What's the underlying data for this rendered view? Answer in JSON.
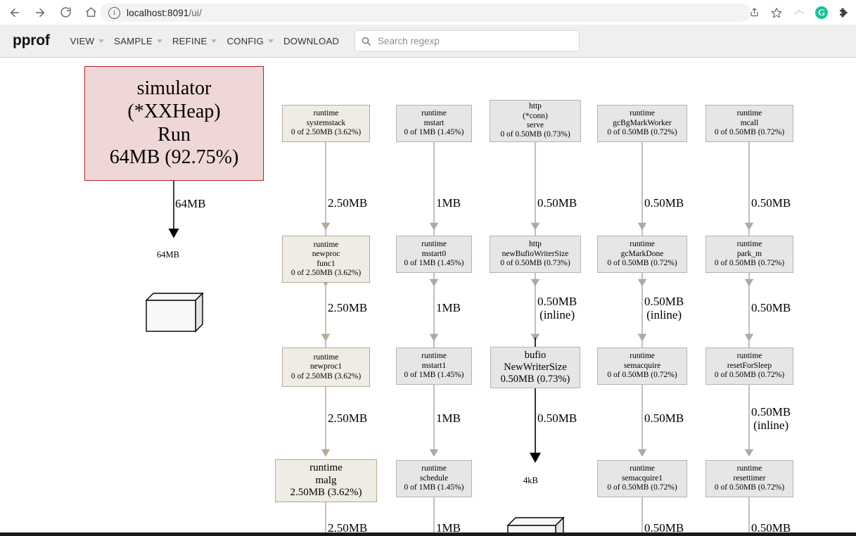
{
  "browser": {
    "url_host": "localhost:8091",
    "url_path": "/ui/",
    "back_icon": "back-arrow-icon",
    "forward_icon": "forward-arrow-icon",
    "reload_icon": "reload-icon",
    "home_icon": "home-icon",
    "info_icon": "info-icon",
    "share_icon": "share-icon",
    "bookmark_icon": "star-icon",
    "extension_icon": "extension-icon",
    "grammarly_label": "G",
    "puzzle_icon": "puzzle-piece-icon"
  },
  "header": {
    "brand": "pprof",
    "menu": [
      {
        "label": "VIEW",
        "has_caret": true
      },
      {
        "label": "SAMPLE",
        "has_caret": true
      },
      {
        "label": "REFINE",
        "has_caret": true
      },
      {
        "label": "CONFIG",
        "has_caret": true
      },
      {
        "label": "DOWNLOAD",
        "has_caret": false
      }
    ],
    "search": {
      "placeholder": "Search regexp",
      "value": "",
      "icon": "search-icon"
    }
  },
  "colors": {
    "root_fill": "#f0d7d7",
    "root_border": "#b22222",
    "warm_fill": "#eeece4",
    "warm_border": "#b6ab94",
    "cool_fill": "#e6e6e6",
    "cool_border": "#b3b3b3",
    "brand": "#111111",
    "header_bg": "#efefef"
  },
  "graph": {
    "root": {
      "lines": [
        "simulator",
        "(*XXHeap)",
        "Run",
        "64MB (92.75%)"
      ],
      "style": "root"
    },
    "nodes": [
      {
        "id": "systemstack",
        "lines": [
          "runtime",
          "systemstack",
          "0 of 2.50MB (3.62%)"
        ],
        "style": "warm"
      },
      {
        "id": "newproc-func1",
        "lines": [
          "runtime",
          "newproc",
          "func1",
          "0 of 2.50MB (3.62%)"
        ],
        "style": "warm"
      },
      {
        "id": "newproc1",
        "lines": [
          "runtime",
          "newproc1",
          "0 of 2.50MB (3.62%)"
        ],
        "style": "warm"
      },
      {
        "id": "malg",
        "lines": [
          "runtime",
          "malg",
          "2.50MB (3.62%)"
        ],
        "style": "warm"
      },
      {
        "id": "mstart",
        "lines": [
          "runtime",
          "mstart",
          "0 of 1MB (1.45%)"
        ],
        "style": "cool"
      },
      {
        "id": "mstart0",
        "lines": [
          "runtime",
          "mstart0",
          "0 of 1MB (1.45%)"
        ],
        "style": "cool"
      },
      {
        "id": "mstart1",
        "lines": [
          "runtime",
          "mstart1",
          "0 of 1MB (1.45%)"
        ],
        "style": "cool"
      },
      {
        "id": "schedule",
        "lines": [
          "runtime",
          "schedule",
          "0 of 1MB (1.45%)"
        ],
        "style": "cool"
      },
      {
        "id": "conn-serve",
        "lines": [
          "http",
          "(*conn)",
          "serve",
          "0 of 0.50MB (0.73%)"
        ],
        "style": "cool"
      },
      {
        "id": "newBufioWriterSize",
        "lines": [
          "http",
          "newBufioWriterSize",
          "0 of 0.50MB (0.73%)"
        ],
        "style": "cool"
      },
      {
        "id": "NewWriterSize",
        "lines": [
          "bufio",
          "NewWriterSize",
          "0.50MB (0.73%)"
        ],
        "style": "cool"
      },
      {
        "id": "gcBgMarkWorker",
        "lines": [
          "runtime",
          "gcBgMarkWorker",
          "0 of 0.50MB (0.72%)"
        ],
        "style": "cool"
      },
      {
        "id": "gcMarkDone",
        "lines": [
          "runtime",
          "gcMarkDone",
          "0 of 0.50MB (0.72%)"
        ],
        "style": "cool"
      },
      {
        "id": "semacquire",
        "lines": [
          "runtime",
          "semacquire",
          "0 of 0.50MB (0.72%)"
        ],
        "style": "cool"
      },
      {
        "id": "semacquire1",
        "lines": [
          "runtime",
          "semacquire1",
          "0 of 0.50MB (0.72%)"
        ],
        "style": "cool"
      },
      {
        "id": "mcall",
        "lines": [
          "runtime",
          "mcall",
          "0 of 0.50MB (0.72%)"
        ],
        "style": "cool"
      },
      {
        "id": "park_m",
        "lines": [
          "runtime",
          "park_m",
          "0 of 0.50MB (0.72%)"
        ],
        "style": "cool"
      },
      {
        "id": "resetForSleep",
        "lines": [
          "runtime",
          "resetForSleep",
          "0 of 0.50MB (0.72%)"
        ],
        "style": "cool"
      },
      {
        "id": "resettimer",
        "lines": [
          "runtime",
          "resettimer",
          "0 of 0.50MB (0.72%)"
        ],
        "style": "cool"
      }
    ],
    "leaf_boxes": [
      {
        "id": "leaf-64mb",
        "label": "64MB"
      },
      {
        "id": "leaf-4kb",
        "label": "4kB"
      }
    ],
    "edge_labels": [
      {
        "id": "root-leaf",
        "value": "64MB",
        "note": ""
      },
      {
        "id": "c1-r1",
        "value": "2.50MB",
        "note": ""
      },
      {
        "id": "c1-r2",
        "value": "2.50MB",
        "note": ""
      },
      {
        "id": "c1-r3",
        "value": "2.50MB",
        "note": ""
      },
      {
        "id": "c1-r4",
        "value": "2.50MB",
        "note": ""
      },
      {
        "id": "c2-r1",
        "value": "1MB",
        "note": ""
      },
      {
        "id": "c2-r2",
        "value": "1MB",
        "note": ""
      },
      {
        "id": "c2-r3",
        "value": "1MB",
        "note": ""
      },
      {
        "id": "c2-r4",
        "value": "1MB",
        "note": ""
      },
      {
        "id": "c3-r1",
        "value": "0.50MB",
        "note": ""
      },
      {
        "id": "c3-r2",
        "value": "0.50MB",
        "note": "(inline)"
      },
      {
        "id": "c3-r3",
        "value": "0.50MB",
        "note": ""
      },
      {
        "id": "c4-r1",
        "value": "0.50MB",
        "note": ""
      },
      {
        "id": "c4-r2",
        "value": "0.50MB",
        "note": "(inline)"
      },
      {
        "id": "c4-r3",
        "value": "0.50MB",
        "note": ""
      },
      {
        "id": "c4-r4",
        "value": "0.50MB",
        "note": ""
      },
      {
        "id": "c5-r1",
        "value": "0.50MB",
        "note": ""
      },
      {
        "id": "c5-r2",
        "value": "0.50MB",
        "note": ""
      },
      {
        "id": "c5-r3",
        "value": "0.50MB",
        "note": "(inline)"
      },
      {
        "id": "c5-r4",
        "value": "0.50MB",
        "note": ""
      }
    ]
  }
}
